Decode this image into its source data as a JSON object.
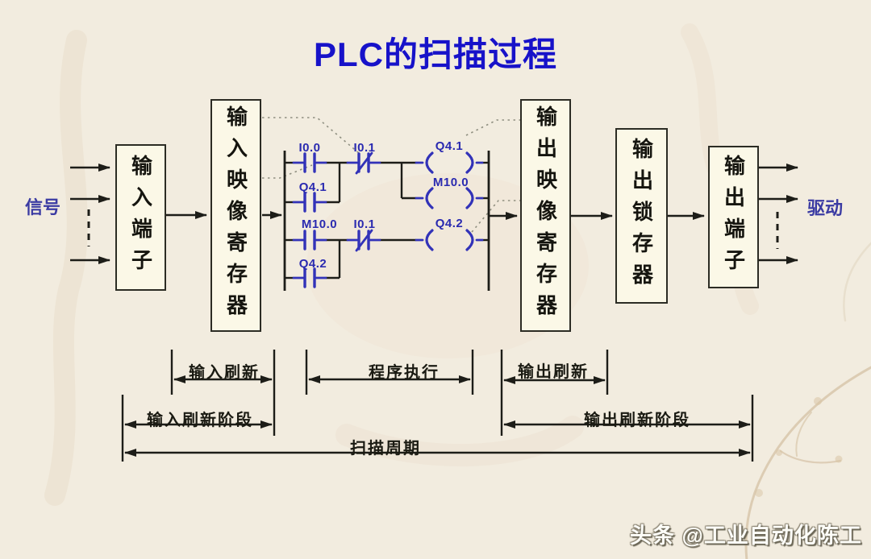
{
  "title": "PLC的扫描过程",
  "signal_label": "信号",
  "drive_label": "驱动",
  "flow_boxes": [
    {
      "label": "输入端子"
    },
    {
      "label": "输入映像寄存器"
    },
    {
      "label": "输出映像寄存器"
    },
    {
      "label": "输出锁存器"
    },
    {
      "label": "输出端子"
    }
  ],
  "ladder": {
    "rung1": {
      "contact1": "I0.0",
      "contact2": "I0.1",
      "coil": "Q4.1",
      "parallel_contact": "Q4.1",
      "branch_coil": "M10.0"
    },
    "rung2": {
      "contact1": "M10.0",
      "contact2": "I0.1",
      "coil": "Q4.2",
      "parallel_contact": "Q4.2"
    }
  },
  "timeline": {
    "input_refresh": "输入刷新",
    "program_execution": "程序执行",
    "output_refresh": "输出刷新",
    "input_refresh_phase": "输入刷新阶段",
    "output_refresh_phase": "输出刷新阶段",
    "scan_cycle": "扫描周期"
  },
  "watermark": "头条 @工业自动化陈工",
  "colors": {
    "background": "#f2ecdf",
    "box_fill": "#fbf8e7",
    "line_black": "#1d1d18",
    "ladder_blue": "#3232b8",
    "title_blue": "#1712c9",
    "io_label_blue": "#3b3ba3"
  }
}
